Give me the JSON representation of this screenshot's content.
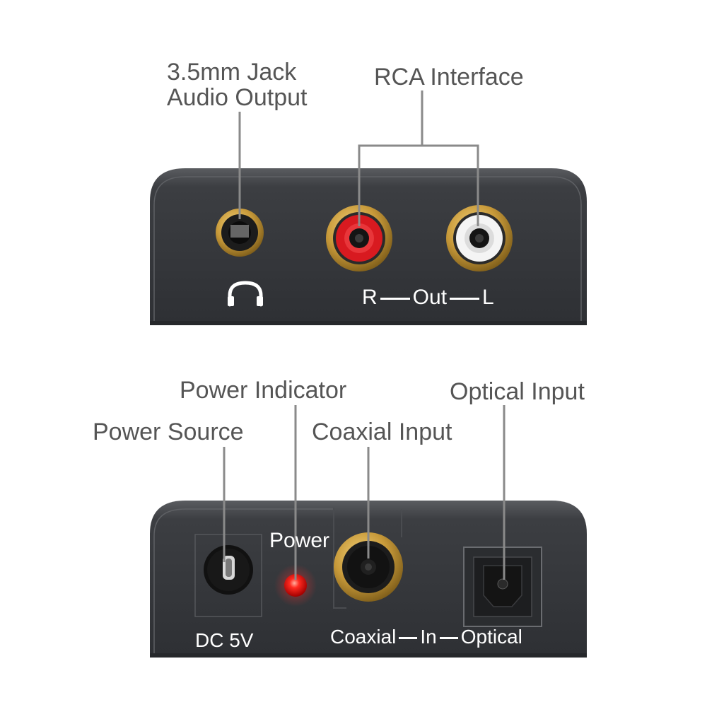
{
  "callouts": {
    "jack_line1": "3.5mm Jack",
    "jack_line2": "Audio Output",
    "rca": "RCA Interface",
    "power_indicator": "Power Indicator",
    "power_source": "Power Source",
    "coaxial_input": "Coaxial Input",
    "optical_input": "Optical Input"
  },
  "top_panel": {
    "right_label": "R",
    "out_label": "Out",
    "left_label": "L"
  },
  "bottom_panel": {
    "power_label": "Power",
    "dc_label": "DC 5V",
    "coaxial_label": "Coaxial",
    "in_label": "In",
    "optical_label": "Optical"
  },
  "colors": {
    "device_body": "#3a3c40",
    "gold_ring": "#c89a3a",
    "rca_right": "#d81a20",
    "rca_left": "#f4f4f4",
    "led_red": "#ff2020",
    "callout_text": "#555555",
    "leader_line": "#8a8a8a"
  },
  "icons": [
    "headphones-icon"
  ]
}
